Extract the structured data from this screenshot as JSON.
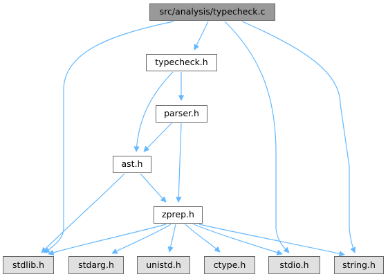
{
  "diagram": {
    "nodes": [
      {
        "id": "root",
        "label": "src/analysis/typecheck.c",
        "kind": "root"
      },
      {
        "id": "typecheck",
        "label": "typecheck.h",
        "kind": "local"
      },
      {
        "id": "parser",
        "label": "parser.h",
        "kind": "local"
      },
      {
        "id": "ast",
        "label": "ast.h",
        "kind": "local"
      },
      {
        "id": "zprep",
        "label": "zprep.h",
        "kind": "local"
      },
      {
        "id": "stdlib",
        "label": "stdlib.h",
        "kind": "system"
      },
      {
        "id": "stdarg",
        "label": "stdarg.h",
        "kind": "system"
      },
      {
        "id": "unistd",
        "label": "unistd.h",
        "kind": "system"
      },
      {
        "id": "ctype",
        "label": "ctype.h",
        "kind": "system"
      },
      {
        "id": "stdio",
        "label": "stdio.h",
        "kind": "system"
      },
      {
        "id": "string",
        "label": "string.h",
        "kind": "system"
      }
    ],
    "edges": [
      {
        "from": "root",
        "to": "typecheck"
      },
      {
        "from": "root",
        "to": "stdlib"
      },
      {
        "from": "root",
        "to": "stdio"
      },
      {
        "from": "root",
        "to": "string"
      },
      {
        "from": "typecheck",
        "to": "parser"
      },
      {
        "from": "typecheck",
        "to": "ast"
      },
      {
        "from": "parser",
        "to": "ast"
      },
      {
        "from": "parser",
        "to": "zprep"
      },
      {
        "from": "ast",
        "to": "zprep"
      },
      {
        "from": "ast",
        "to": "stdlib"
      },
      {
        "from": "zprep",
        "to": "stdlib"
      },
      {
        "from": "zprep",
        "to": "stdarg"
      },
      {
        "from": "zprep",
        "to": "unistd"
      },
      {
        "from": "zprep",
        "to": "ctype"
      },
      {
        "from": "zprep",
        "to": "stdio"
      },
      {
        "from": "zprep",
        "to": "string"
      }
    ]
  },
  "colors": {
    "edge": "#63b8ff",
    "root_fill": "#999999",
    "local_fill": "#ffffff",
    "system_fill": "#e0e0e0",
    "border": "#666666"
  }
}
